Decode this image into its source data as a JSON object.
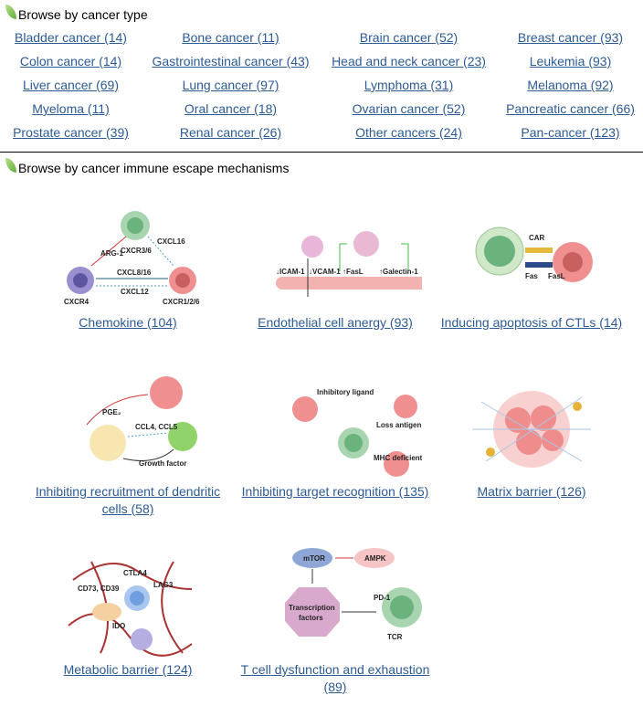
{
  "sections": {
    "cancer_type_title": "Browse by cancer type",
    "mechanisms_title": "Browse by cancer immune escape mechanisms"
  },
  "cancer_types": [
    "Bladder cancer (14)",
    "Bone cancer (11)",
    "Brain cancer (52)",
    "Breast cancer (93)",
    "Colon cancer (14)",
    "Gastrointestinal cancer (43)",
    "Head and neck cancer (23)",
    "Leukemia (93)",
    "Liver cancer (69)",
    "Lung cancer (97)",
    "Lymphoma (31)",
    "Melanoma (92)",
    "Myeloma (11)",
    "Oral cancer (18)",
    "Ovarian cancer (52)",
    "Pancreatic cancer (66)",
    "Prostate cancer (39)",
    "Renal cancer (26)",
    "Other cancers (24)",
    "Pan-cancer (123)"
  ],
  "mechanisms": [
    {
      "label": "Chemokine (104)",
      "figure": [
        "ARG-1",
        "CXCR3/6",
        "CXCL16",
        "CXCL8/16",
        "CXCL12",
        "CXCR4",
        "CXCR1/2/6"
      ]
    },
    {
      "label": "Endothelial cell anergy (93)",
      "figure": [
        "↓ICAM-1",
        "↓VCAM-1",
        "↑FasL",
        "↑Galectin-1"
      ]
    },
    {
      "label": "Inducing apoptosis of CTLs (14)",
      "figure": [
        "CAR",
        "Fas",
        "FasL"
      ]
    },
    {
      "label": "Inhibiting recruitment of dendritic cells (58)",
      "figure": [
        "PGE₂",
        "CCL4, CCL5",
        "Growth factor"
      ]
    },
    {
      "label": "Inhibiting target recognition (135)",
      "figure": [
        "Inhibitory ligand",
        "Loss antigen",
        "MHC deficient"
      ]
    },
    {
      "label": "Matrix barrier (126)",
      "figure": []
    },
    {
      "label": "Metabolic barrier (124)",
      "figure": [
        "CTLA4",
        "CD73, CD39",
        "LAG3",
        "IDO"
      ]
    },
    {
      "label": "T cell dysfunction and exhaustion (89)",
      "figure": [
        "mTOR",
        "AMPK",
        "Transcription",
        "factors",
        "PD-1",
        "TCR"
      ]
    }
  ],
  "colors": {
    "link": "#2c5a94"
  }
}
